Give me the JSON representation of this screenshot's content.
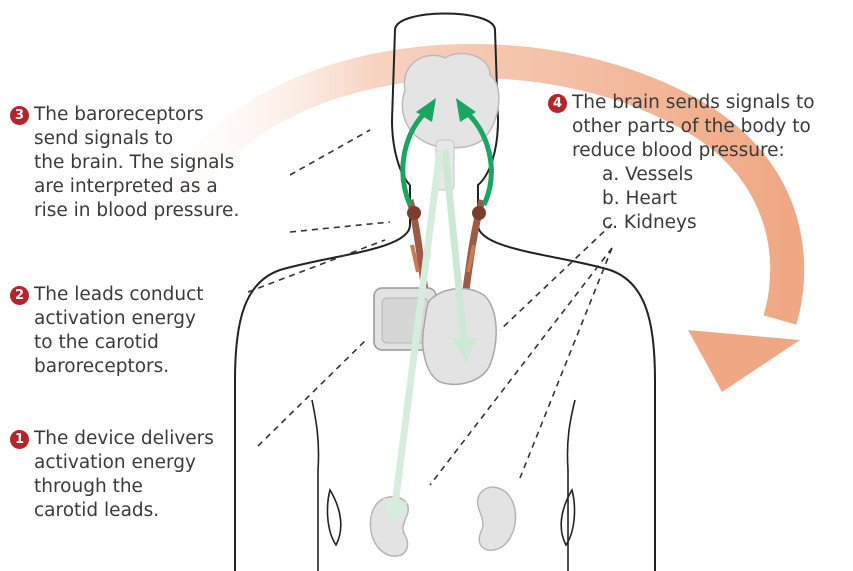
{
  "steps": [
    {
      "number": "3",
      "lines": [
        "The baroreceptors",
        "send signals to",
        "the brain. The signals",
        "are interpreted as a",
        "rise in blood pressure."
      ]
    },
    {
      "number": "2",
      "lines": [
        "The leads conduct",
        "activation energy",
        "to the carotid",
        "baroreceptors."
      ]
    },
    {
      "number": "1",
      "lines": [
        "The device delivers",
        "activation energy",
        "through the",
        "carotid leads."
      ]
    },
    {
      "number": "4",
      "lines": [
        "The brain sends signals to",
        "other parts of the body to",
        "reduce blood pressure:"
      ],
      "sub_items": [
        "a. Vessels",
        "b. Heart",
        "c. Kidneys"
      ]
    }
  ],
  "colors": {
    "badge": "#b5232b",
    "text": "#3a3a3a",
    "arrow_arc": "#f3b89a",
    "signal_arrow": "#1aa561",
    "body_outline": "#222222",
    "organ_fill": "#e4e4e4"
  }
}
